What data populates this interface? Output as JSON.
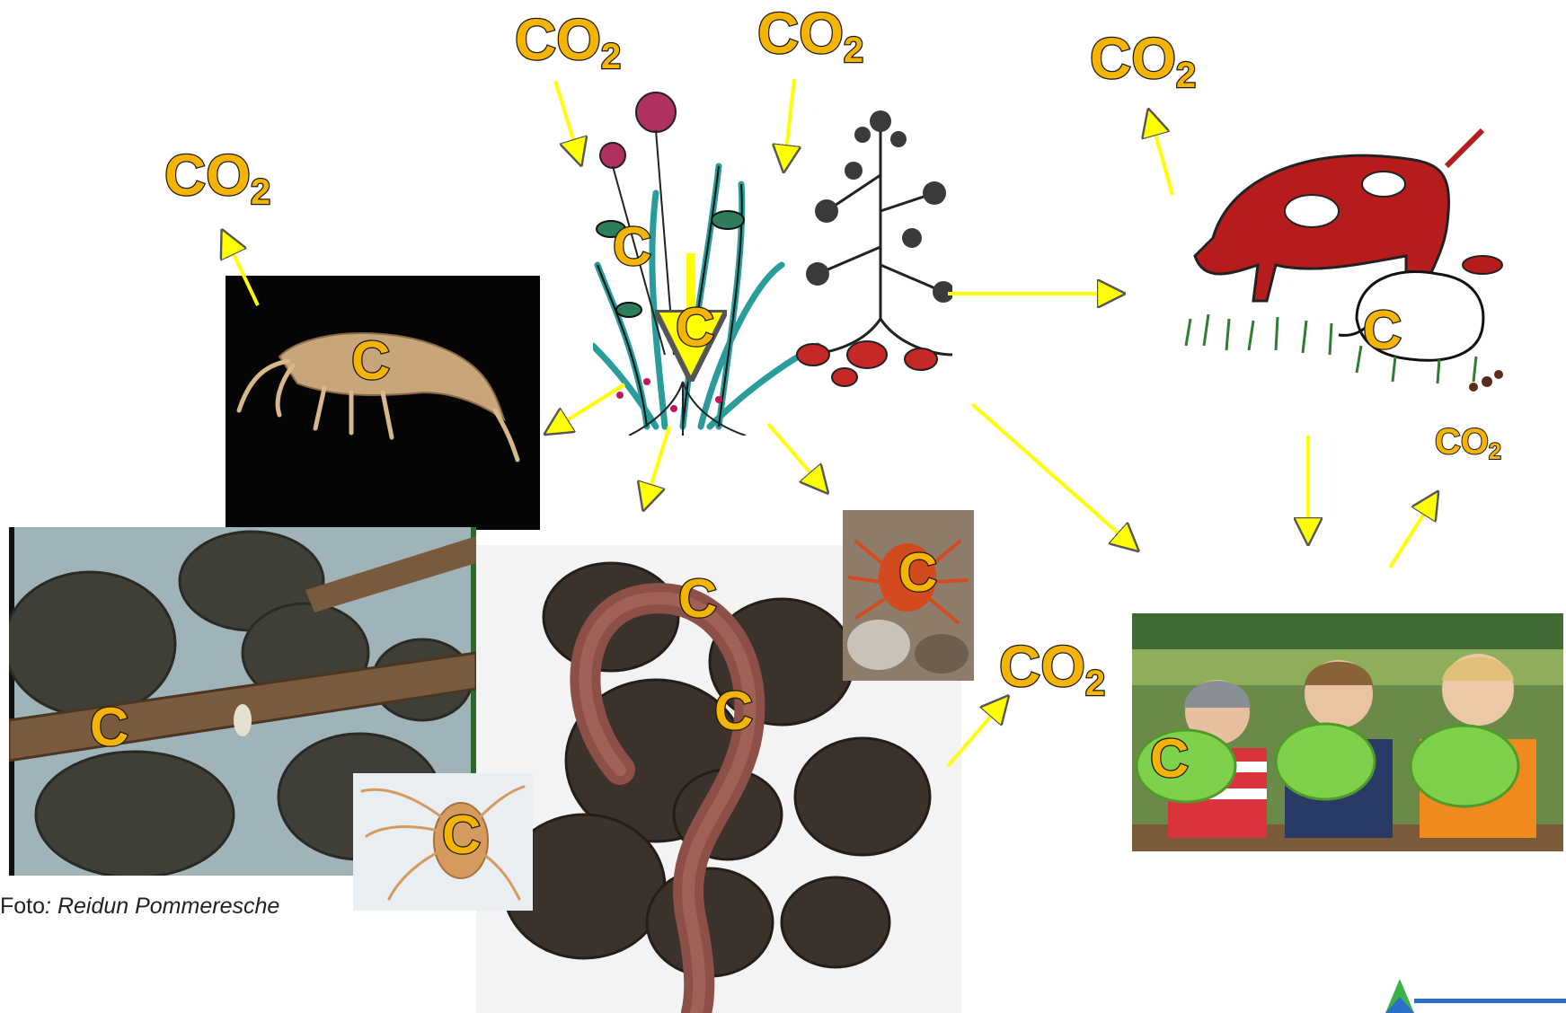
{
  "labels": {
    "co2_base": "CO",
    "co2_sub": "2",
    "carbon": "C"
  },
  "credit": {
    "prefix": "Foto",
    "colon": ":",
    "author": "Reidun Pommeresche"
  },
  "colors": {
    "accent_yellow": "#f5b400",
    "arrow_yellow": "#ffff00",
    "outline": "#1a1a1a"
  }
}
